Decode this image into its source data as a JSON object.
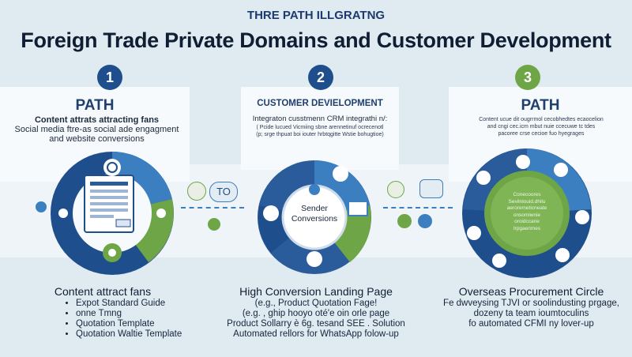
{
  "header": {
    "kicker": "THRE PATH ILLGRATNG",
    "title": "Foreign Trade Private Domains and Customer Development"
  },
  "colors": {
    "navy": "#1f4e8c",
    "blue": "#3b7fc0",
    "green": "#6ea546",
    "background": "#dfeaf1"
  },
  "steps": [
    {
      "number": "1",
      "title": "PATH",
      "text_lines": [
        "Content attrats attracting fans",
        "Social media  ftre-as social  ade engagment",
        "and website conversions"
      ]
    },
    {
      "number": "2",
      "title": "CUSTOMER DEVIELOPMENT",
      "subtitle": "Integraton cusstmenn CRM integrathi n/:",
      "small_lines": [
        "( Pcide lucued Vicmiing sbne arennetinuf ocrecenotl",
        "(p; srge thpuat boi iouter hrbtqgitte Wstie bohugtioe)"
      ],
      "center_lines": [
        "Sender",
        "Conversions"
      ]
    },
    {
      "number": "3",
      "title": "PATH",
      "small_lines": [
        "Content ucue dit ougrrmol cecobhedtes ecaocelion",
        "and cngi cec.icm mbut nuie ccecuwe tc tdes",
        "pacoree crse cecioe fuo hyegrages"
      ],
      "center_lines": [
        "Conecoores",
        "Sevilnlouid.dhilu",
        "aeroremeticneate",
        "onsomiwnie",
        "oroidccane",
        "Irpgaerimes"
      ]
    }
  ],
  "connectors": {
    "to_label": "TO"
  },
  "bottom": {
    "col1": {
      "heading": "Content attract fans",
      "items": [
        "Expot Standard Guide",
        "onne Tmng",
        "Quotation Template",
        "Quotation Waltie Template"
      ]
    },
    "col2": {
      "heading": "High Conversion Landing Page",
      "lines": [
        "(e.g., Product Quotation Fage!",
        "(e.g. , ghip hooyo oté'e oin orle page",
        "Product Sollarry è 6g. tesand SEE . Solution",
        "Automated rellors for WhatsApp folow-up"
      ]
    },
    "col3": {
      "heading": "Overseas Procurement Circle",
      "lines": [
        "Fe dwveysing TJVI or soolindusting prgage,",
        "dozeny ta team ioumtoculins",
        "fo automated CFMI ny lover-up"
      ]
    }
  }
}
